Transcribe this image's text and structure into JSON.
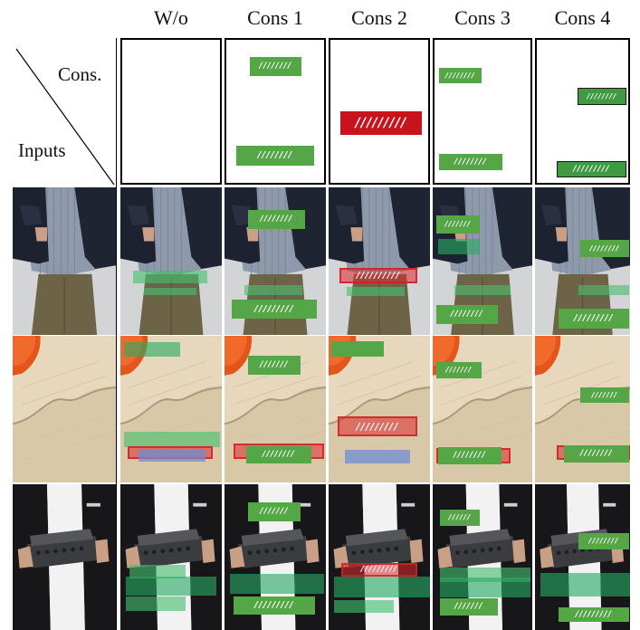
{
  "columns": [
    "W/o",
    "Cons 1",
    "Cons 2",
    "Cons 3",
    "Cons 4"
  ],
  "row_header": {
    "top": "Cons.",
    "bottom": "Inputs"
  },
  "slash_glyph": "/",
  "colors": {
    "layout_green": "#55a646",
    "layout_red": "#c8121c",
    "overlay_green": "#46be6e",
    "overlay_red": "#dc282d",
    "overlay_blue": "#6e8cd2"
  },
  "image_rows": [
    {
      "name": "denim-jacket-product",
      "background": "light gray studio with denim jacket"
    },
    {
      "name": "beige-rug-product",
      "background": "beige fluffy rug with orange accent"
    },
    {
      "name": "typewriter-product",
      "background": "person in black jacket holding typewriter"
    }
  ]
}
